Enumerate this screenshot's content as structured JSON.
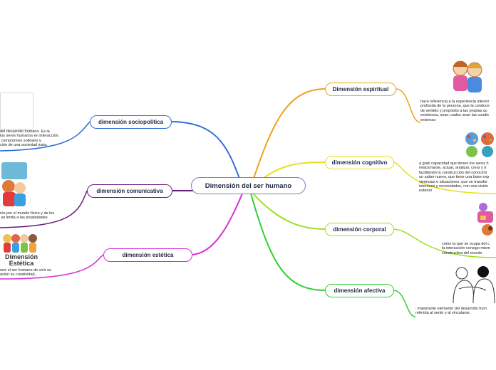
{
  "central": {
    "label": "Dimensión del ser humano"
  },
  "colors": {
    "sociopolitica": "#2f6fd6",
    "comunicativa": "#6a1a7a",
    "estetica": "#d62fd6",
    "espiritual": "#f0a020",
    "cognitivo": "#e6e020",
    "corporal": "#9be020",
    "afectiva": "#30d030"
  },
  "left": {
    "sociopolitica": {
      "label": "dimensión sociopolítica",
      "note": "del desarrollo humano. Es la\nlos seres humanos en interacción.\n compromiso solidario y\nción de una sociedad justa,"
    },
    "comunicativa": {
      "label": "dimensión comunicativa",
      "note": "rés por el mundo físico y de los\n se limita a las propiedades"
    },
    "estetica": {
      "label": "dimensión estética",
      "image_title": "Dimensión\nEstética",
      "note": "ene el ser humano de vivir su\nación su creatividad,"
    }
  },
  "right": {
    "espiritual": {
      "label": "Dimensión espiritual",
      "note": "hace referencia a la experiencia interior\nprofunda de la persona, que la conduce\nde sentido y propósito a las propias ac\nexistencia, sean cuales sean las condic\nexternas"
    },
    "cognitivo": {
      "label": "dimensión cognitivo",
      "note": "a gran capacidad que tienen los seres h\nrelacionarse, actuar, analizar, crear y tr\nfacilitando la construcción del conocimi\nun saber nuevo, que tiene una base exp\nvivencias o situaciones, que se transfor\nintereses y necesidades, con una visión\nexterior"
    },
    "corporal": {
      "label": "dimensión corporal",
      "note": "como la que se ocupa del c\nla interacción consigo mism\nconstructiva del mundo"
    },
    "afectiva": {
      "label": "dimensión afectiva",
      "note": ": importante elemento del desarrollo hum\nreferida al sentir y al vincularse."
    }
  }
}
